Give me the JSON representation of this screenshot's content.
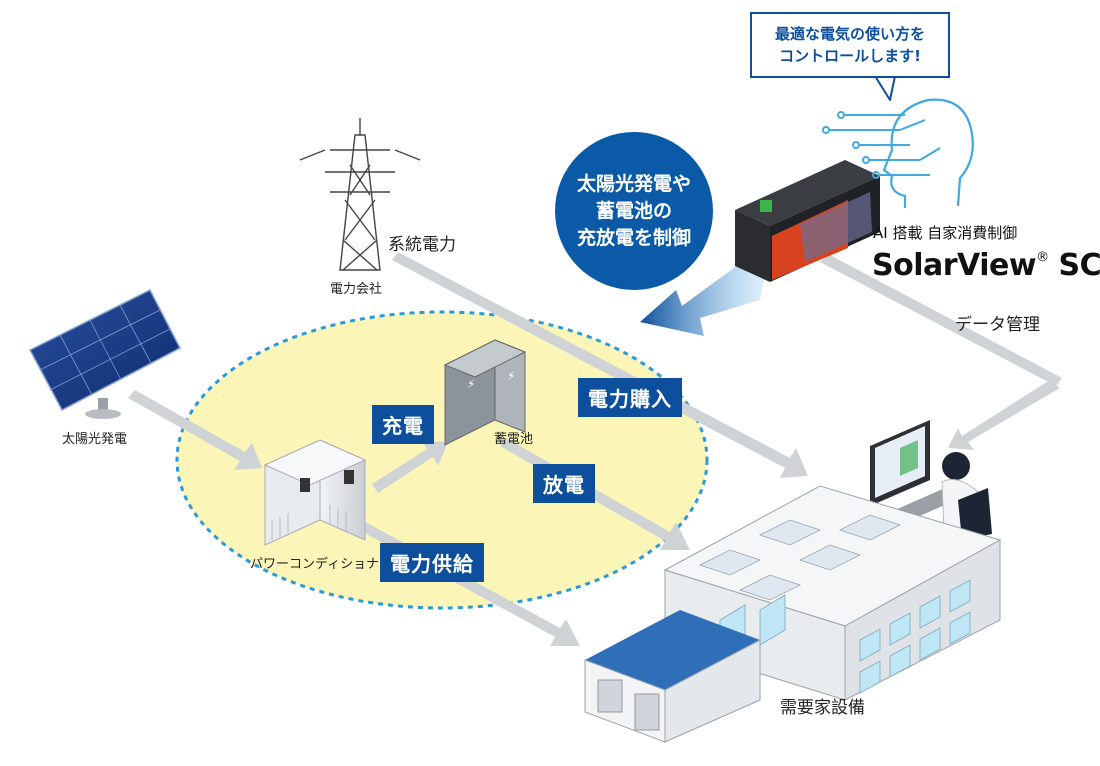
{
  "speech_bubble": {
    "line1": "最適な電気の使い方を",
    "line2": "コントロールします!"
  },
  "control_circle": {
    "line1": "太陽光発電や",
    "line2": "蓄電池の",
    "line3": "充放電を制御"
  },
  "product": {
    "tagline": "AI 搭載 自家消費制御",
    "name": "SolarView",
    "reg_mark": "®",
    "suffix": "SC"
  },
  "labels": {
    "power_company": "電力会社",
    "grid_power": "系統電力",
    "solar": "太陽光発電",
    "conditioner": "パワーコンディショナ",
    "battery": "蓄電池",
    "facility": "需要家設備",
    "data_management": "データ管理"
  },
  "flow_tags": {
    "charge": "充電",
    "discharge": "放電",
    "purchase": "電力購入",
    "supply": "電力供給"
  },
  "colors": {
    "brand_blue": "#0d4f9c",
    "zone_fill": "#fbf6b8",
    "zone_border": "#2a9ad8",
    "arrow_gray": "#cfd3d6"
  }
}
